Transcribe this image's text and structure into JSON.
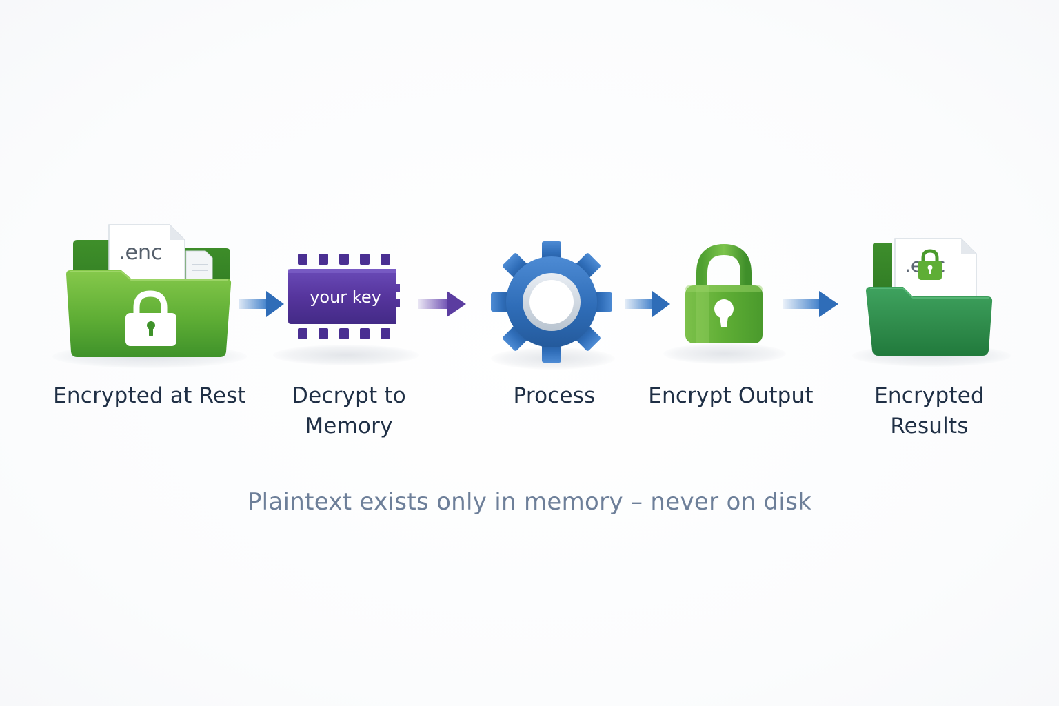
{
  "steps": [
    {
      "label": "Encrypted at Rest",
      "icon": "locked-folder-icon",
      "file_ext": ".enc"
    },
    {
      "label": "Decrypt to\nMemory",
      "icon": "memory-chip-icon",
      "chip_text": "your key"
    },
    {
      "label": "Process",
      "icon": "gear-icon"
    },
    {
      "label": "Encrypt Output",
      "icon": "padlock-icon"
    },
    {
      "label": "Encrypted\nResults",
      "icon": "results-folder-icon",
      "file_ext": ".enc"
    }
  ],
  "caption": "Plaintext exists only in memory – never on disk",
  "colors": {
    "green": "#5fae35",
    "dark_green": "#2e8a4a",
    "purple": "#5b3da0",
    "blue": "#2f6db8",
    "arrow_blue": "#3a7bc8",
    "arrow_purple": "#6a4bb0",
    "label": "#1f2f45",
    "caption": "#6d7f99"
  }
}
